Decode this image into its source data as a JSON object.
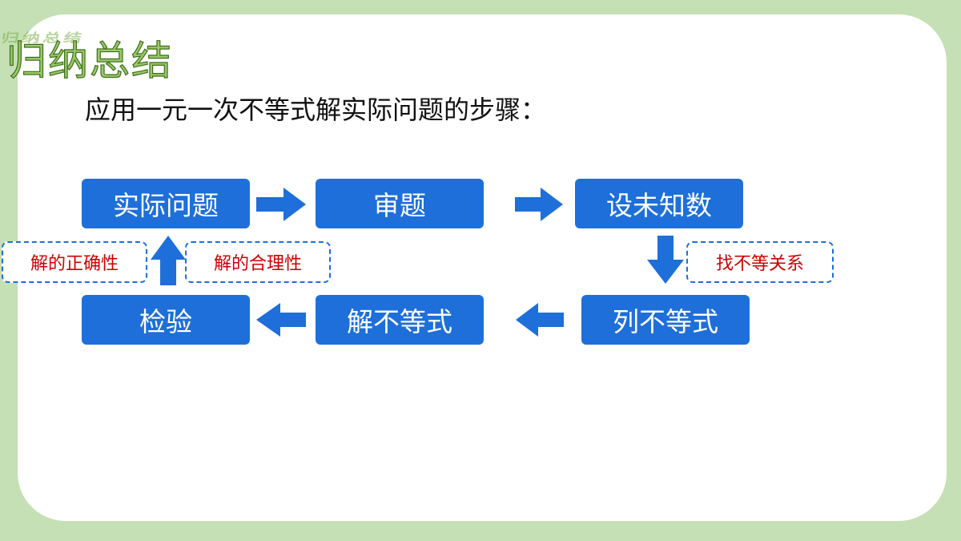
{
  "header": {
    "title": "归纳总结",
    "title_shadow": "归纳总结",
    "subtitle": "应用一元一次不等式解实际问题的步骤："
  },
  "flow": {
    "steps": {
      "actual_problem": "实际问题",
      "read_problem": "审题",
      "set_unknown": "设未知数",
      "write_inequality": "列不等式",
      "solve_inequality": "解不等式",
      "check": "检验"
    },
    "notes": {
      "find_relation": "找不等关系",
      "reasonableness": "解的合理性",
      "correctness": "解的正确性"
    }
  },
  "colors": {
    "background": "#c5e0b4",
    "box": "#1e6fd9",
    "note_text": "#cc0000"
  }
}
